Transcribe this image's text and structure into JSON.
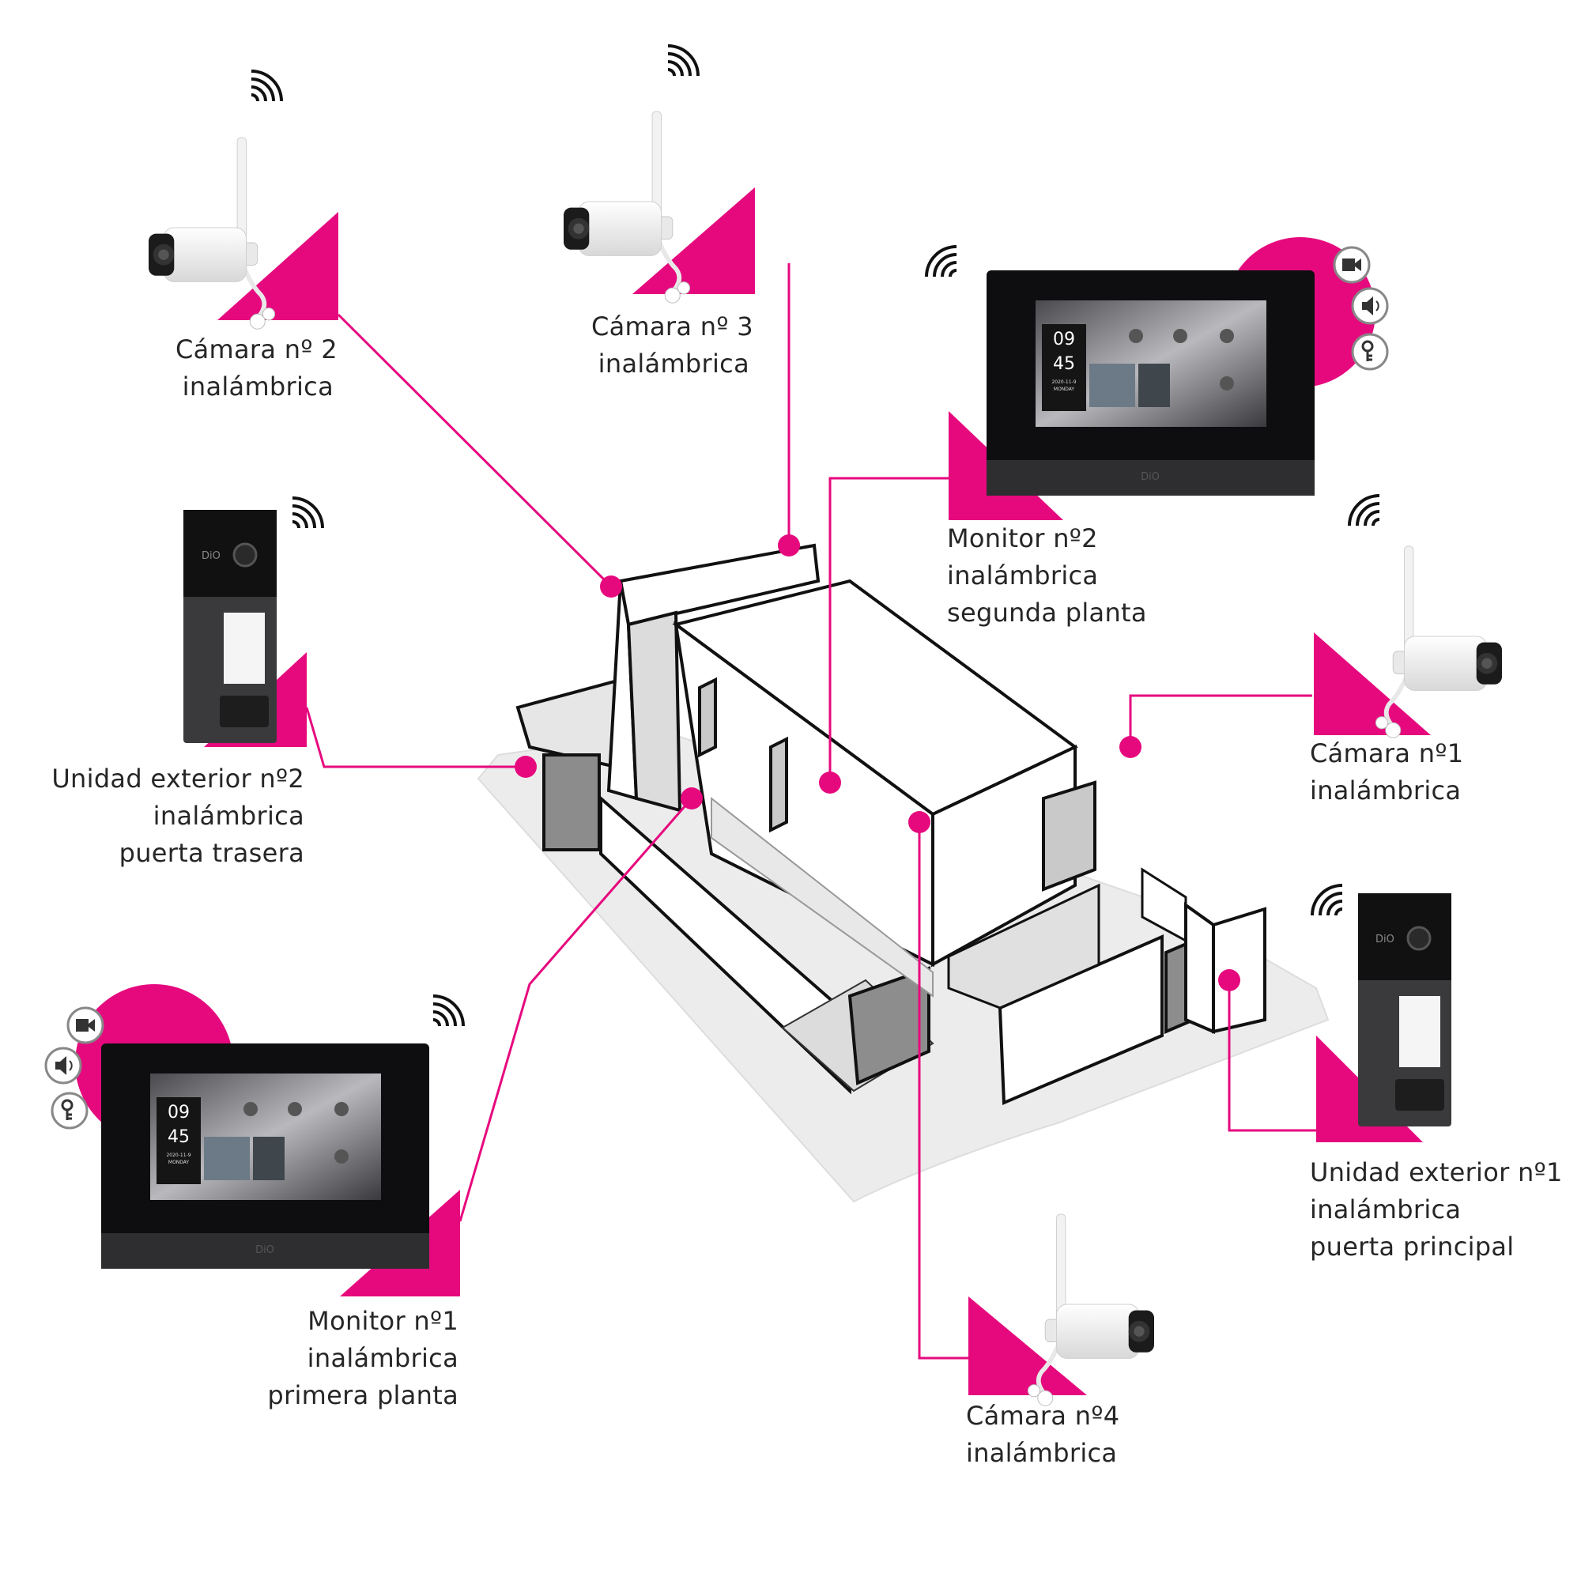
{
  "colors": {
    "accent": "#e6097e",
    "outline": "#111111",
    "text": "#262626",
    "device_black": "#0e0e10",
    "device_panel": "#3a3a3c"
  },
  "labels": {
    "camera_2": {
      "line1": "Cámara nº 2",
      "line2": "inalámbrica"
    },
    "camera_3": {
      "line1": "Cámara nº 3",
      "line2": "inalámbrica"
    },
    "monitor_2": {
      "line1": "Monitor nº2",
      "line2": "inalámbrica",
      "line3": "segunda planta"
    },
    "camera_1": {
      "line1": "Cámara nº1",
      "line2": "inalámbrica"
    },
    "outdoor_unit_2": {
      "line1": "Unidad exterior nº2",
      "line2": "inalámbrica",
      "line3": "puerta trasera"
    },
    "outdoor_unit_1": {
      "line1": "Unidad exterior nº1",
      "line2": "inalámbrica",
      "line3": "puerta principal"
    },
    "monitor_1": {
      "line1": "Monitor nº1",
      "line2": "inalámbrica",
      "line3": "primera planta"
    },
    "camera_4": {
      "line1": "Cámara nº4",
      "line2": "inalámbrica"
    }
  },
  "monitor_screen": {
    "hour": "09",
    "minute": "45",
    "date": "2020-11-9",
    "weekday": "MONDAY",
    "brand": "DiO"
  },
  "outdoor_unit": {
    "brand": "DiO"
  },
  "icons": [
    "wifi-icon",
    "video-camera-icon",
    "speaker-icon",
    "key-icon"
  ]
}
